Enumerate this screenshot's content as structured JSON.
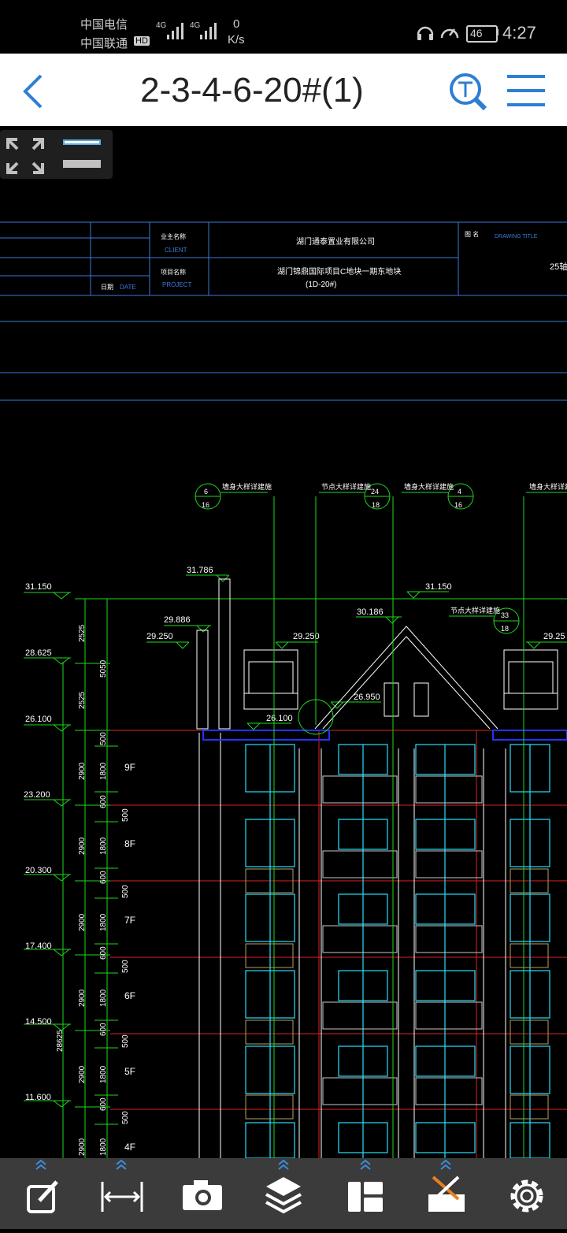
{
  "status_bar": {
    "carrier1": "中国电信",
    "carrier2": "中国联通",
    "hd": "HD",
    "net1": "4G",
    "net2": "4G",
    "speed_value": "0",
    "speed_unit": "K/s",
    "battery": "46",
    "time": "4:27"
  },
  "header": {
    "title": "2-3-4-6-20#(1)",
    "back_icon": "back-chevron-icon",
    "search_icon": "text-search-icon",
    "menu_icon": "menu-icon"
  },
  "view_panel": {
    "fullscreen_icon": "expand-icon",
    "layers_icon": "line-weight-icon"
  },
  "drawing": {
    "title_block": {
      "client_label_cn": "业主名称",
      "client_label_en": "CLIENT",
      "client_value": "湖门通泰置业有限公司",
      "project_label_cn": "项目名称",
      "project_label_en": "PROJECT",
      "project_value": "湖门锦鼎国际项目C地块一期东地块",
      "project_sub": "(1D-20#)",
      "date_label_cn": "日期",
      "date_label_en": "DATE",
      "drawing_title_cn": "图 名",
      "drawing_title_en": "DRAWING TITLE",
      "drawing_title_value": "25轴"
    },
    "callouts": [
      {
        "text": "墙身大样详建施",
        "num": "6",
        "den": "16"
      },
      {
        "text": "节点大样详建施",
        "num": "24",
        "den": "18"
      },
      {
        "text": "墙身大样详建施",
        "num": "4",
        "den": "16"
      },
      {
        "text": "墙身大样详建施",
        "num": "",
        "den": ""
      },
      {
        "text": "节点大样详建施",
        "num": "33",
        "den": "18"
      }
    ],
    "elevations_left": [
      "31.150",
      "28.625",
      "26.100",
      "23.200",
      "20.300",
      "17.400",
      "14.500",
      "11.600"
    ],
    "elevations_roof": [
      "31.786",
      "29.886",
      "29.250",
      "29.250",
      "30.186",
      "31.150",
      "26.950",
      "26.100",
      "29.25"
    ],
    "dims_outer": [
      "2525",
      "2525",
      "2900",
      "2900",
      "2900",
      "2900",
      "2900",
      "2900",
      "28625"
    ],
    "dims_mid": [
      "5050",
      "500",
      "1800",
      "600",
      "500",
      "1800",
      "600",
      "500",
      "1800",
      "600",
      "500",
      "1800",
      "600",
      "500",
      "1800",
      "600",
      "500",
      "1800"
    ],
    "floors": [
      "9F",
      "8F",
      "7F",
      "6F",
      "5F",
      "4F"
    ]
  },
  "bottom_bar": [
    {
      "icon": "edit-icon"
    },
    {
      "icon": "measure-icon"
    },
    {
      "icon": "camera-icon"
    },
    {
      "icon": "layers-icon"
    },
    {
      "icon": "layout-icon"
    },
    {
      "icon": "tools-icon"
    },
    {
      "icon": "settings-icon"
    }
  ]
}
